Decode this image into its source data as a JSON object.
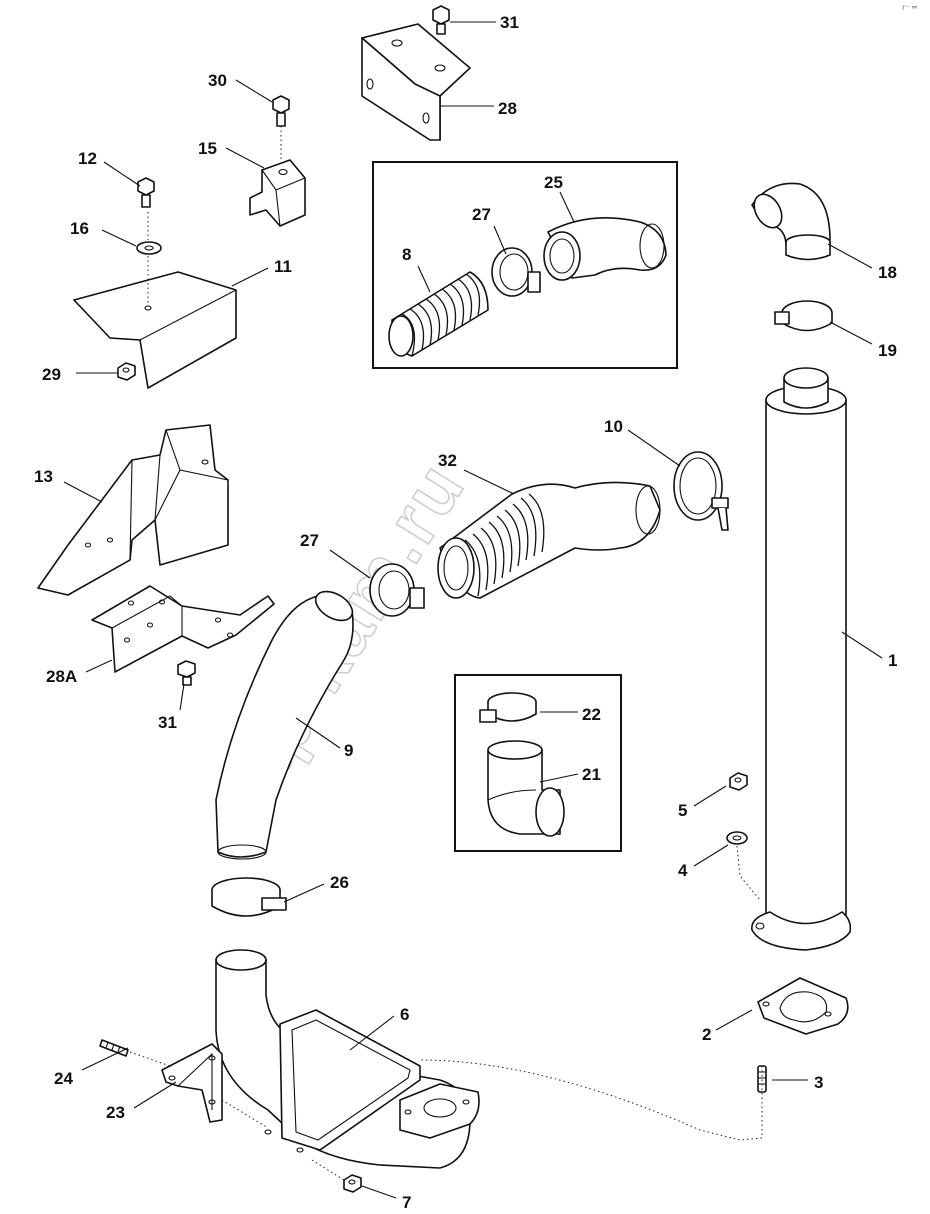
{
  "watermark": "zap-kam.ru",
  "corner_mark": "r⁻ ═",
  "callouts": [
    {
      "id": "1",
      "label": "1"
    },
    {
      "id": "2",
      "label": "2"
    },
    {
      "id": "3",
      "label": "3"
    },
    {
      "id": "4",
      "label": "4"
    },
    {
      "id": "5",
      "label": "5"
    },
    {
      "id": "6",
      "label": "6"
    },
    {
      "id": "7",
      "label": "7"
    },
    {
      "id": "8",
      "label": "8"
    },
    {
      "id": "9",
      "label": "9"
    },
    {
      "id": "10",
      "label": "10"
    },
    {
      "id": "11",
      "label": "11"
    },
    {
      "id": "12",
      "label": "12"
    },
    {
      "id": "13",
      "label": "13"
    },
    {
      "id": "15",
      "label": "15"
    },
    {
      "id": "16",
      "label": "16"
    },
    {
      "id": "18",
      "label": "18"
    },
    {
      "id": "19",
      "label": "19"
    },
    {
      "id": "21",
      "label": "21"
    },
    {
      "id": "22",
      "label": "22"
    },
    {
      "id": "23",
      "label": "23"
    },
    {
      "id": "24",
      "label": "24"
    },
    {
      "id": "25",
      "label": "25"
    },
    {
      "id": "26",
      "label": "26"
    },
    {
      "id": "27a",
      "label": "27"
    },
    {
      "id": "27b",
      "label": "27"
    },
    {
      "id": "28",
      "label": "28"
    },
    {
      "id": "28A",
      "label": "28A"
    },
    {
      "id": "29",
      "label": "29"
    },
    {
      "id": "30",
      "label": "30"
    },
    {
      "id": "31a",
      "label": "31"
    },
    {
      "id": "31b",
      "label": "31"
    },
    {
      "id": "32",
      "label": "32"
    }
  ]
}
